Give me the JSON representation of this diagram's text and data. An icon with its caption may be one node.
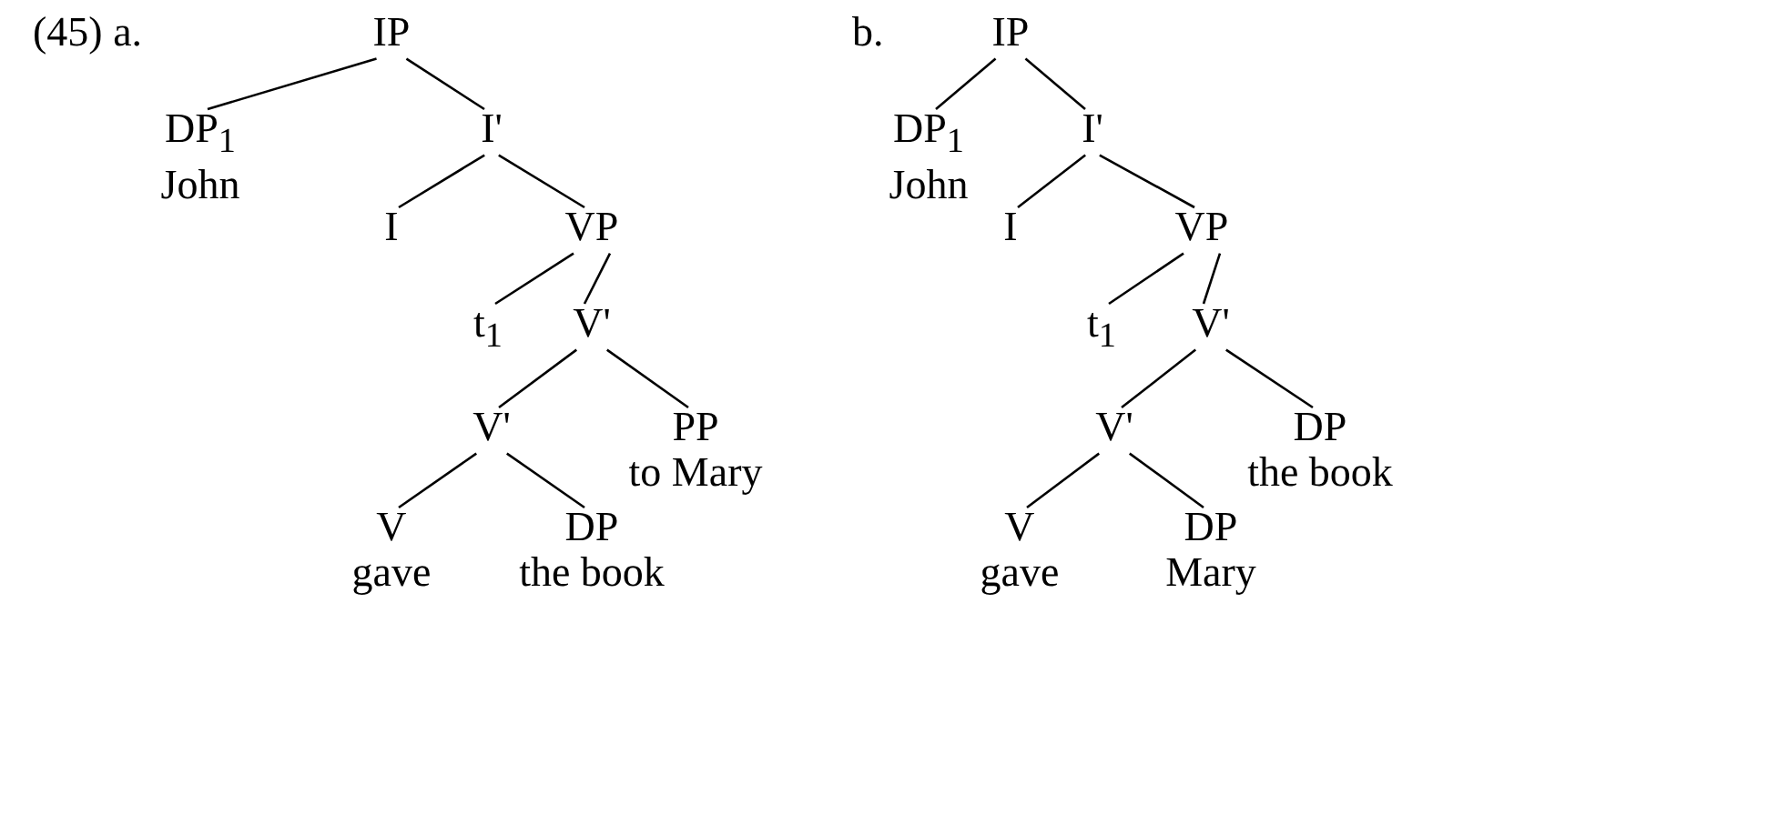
{
  "diagram": {
    "nodes": [
      {
        "text": [
          "IP"
        ]
      },
      {
        "text": [
          "DP$_{1}$",
          "John"
        ]
      },
      {
        "text": [
          "I'"
        ]
      },
      {
        "text": [
          "I"
        ]
      },
      {
        "text": [
          "VP"
        ]
      },
      {
        "text": [
          "t$_{1}$"
        ]
      },
      {
        "text": [
          "V'"
        ]
      },
      {
        "text": [
          "V'"
        ]
      },
      {
        "text": [
          "PP",
          "to Mary"
        ]
      },
      {
        "text": [
          "V",
          "gave"
        ]
      },
      {
        "text": [
          "DP",
          "the book"
        ]
      },
      {
        "text": [
          "IP"
        ]
      },
      {
        "text": [
          "DP$_{1}$",
          "John"
        ]
      },
      {
        "text": [
          "I'"
        ]
      },
      {
        "text": [
          "I"
        ]
      },
      {
        "text": [
          "VP"
        ]
      },
      {
        "text": [
          "t$_{1}$"
        ]
      },
      {
        "text": [
          "V'"
        ]
      },
      {
        "text": [
          "V'"
        ]
      },
      {
        "text": [
          "DP",
          "the book"
        ]
      },
      {
        "text": [
          "V",
          "gave"
        ]
      },
      {
        "text": [
          "DP",
          "Mary"
        ]
      }
    ],
    "edges": [
      {
        "from": 0,
        "to": 1,
        "arrow": "none"
      },
      {
        "from": 0,
        "to": 2,
        "arrow": "none"
      },
      {
        "from": 2,
        "to": 3,
        "arrow": "none"
      },
      {
        "from": 2,
        "to": 4,
        "arrow": "none"
      },
      {
        "from": 4,
        "to": 5,
        "arrow": "none"
      },
      {
        "from": 4,
        "to": 6,
        "arrow": "none"
      },
      {
        "from": 6,
        "to": 7,
        "arrow": "none"
      },
      {
        "from": 6,
        "to": 8,
        "arrow": "none"
      },
      {
        "from": 7,
        "to": 9,
        "arrow": "none"
      },
      {
        "from": 7,
        "to": 10,
        "arrow": "none"
      },
      {
        "from": 11,
        "to": 12,
        "arrow": "none"
      },
      {
        "from": 11,
        "to": 13,
        "arrow": "none"
      },
      {
        "from": 13,
        "to": 14,
        "arrow": "none"
      },
      {
        "from": 13,
        "to": 15,
        "arrow": "none"
      },
      {
        "from": 15,
        "to": 16,
        "arrow": "none"
      },
      {
        "from": 15,
        "to": 17,
        "arrow": "none"
      },
      {
        "from": 17,
        "to": 18,
        "arrow": "none"
      },
      {
        "from": 17,
        "to": 19,
        "arrow": "none"
      },
      {
        "from": 18,
        "to": 20,
        "arrow": "none"
      },
      {
        "from": 18,
        "to": 21,
        "arrow": "none"
      }
    ],
    "labels": [
      "(45) a.",
      "b."
    ]
  }
}
